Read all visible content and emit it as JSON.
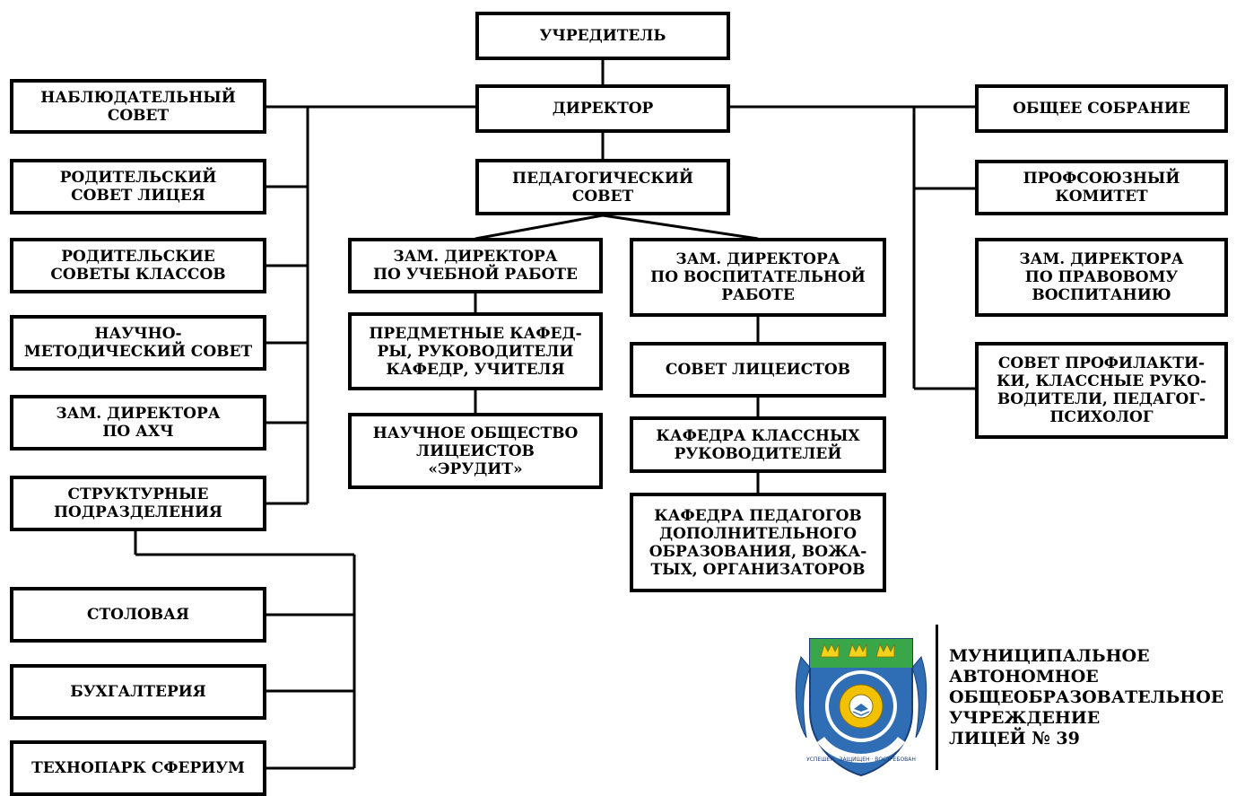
{
  "boxes": {
    "founder": "УЧРЕДИТЕЛЬ",
    "director": "ДИРЕКТОР",
    "ped_council": "ПЕДАГОГИЧЕСКИЙ\nСОВЕТ",
    "supervisory": "НАБЛЮДАТЕЛЬНЫЙ\nСОВЕТ",
    "parent_council": "РОДИТЕЛЬСКИЙ\nСОВЕТ ЛИЦЕЯ",
    "parent_classes": "РОДИТЕЛЬСКИЕ\nСОВЕТЫ КЛАССОВ",
    "sci_method": "НАУЧНО-\nМЕТОДИЧЕСКИЙ СОВЕТ",
    "deputy_ahch": "ЗАМ. ДИРЕКТОРА\nПО АХЧ",
    "structural": "СТРУКТУРНЫЕ\nПОДРАЗДЕЛЕНИЯ",
    "canteen": "СТОЛОВАЯ",
    "accounting": "БУХГАЛТЕРИЯ",
    "technopark": "ТЕХНОПАРК СФЕРИУМ",
    "deputy_edu": "ЗАМ. ДИРЕКТОРА\nПО УЧЕБНОЙ РАБОТЕ",
    "subject_depts": "ПРЕДМЕТНЫЕ КАФЕД-\nРЫ, РУКОВОДИТЕЛИ\nКАФЕДР, УЧИТЕЛЯ",
    "sci_society": "НАУЧНОЕ ОБЩЕСТВО\nЛИЦЕИСТОВ\n«ЭРУДИТ»",
    "deputy_upbr": "ЗАМ. ДИРЕКТОРА\nПО ВОСПИТАТЕЛЬНОЙ\nРАБОТЕ",
    "student_council": "СОВЕТ ЛИЦЕИСТОВ",
    "class_teachers_dept": "КАФЕДРА КЛАССНЫХ\nРУКОВОДИТЕЛЕЙ",
    "extra_edu_dept": "КАФЕДРА ПЕДАГОГОВ\nДОПОЛНИТЕЛЬНОГО\nОБРАЗОВАНИЯ, ВОЖА-\nТЫХ, ОРГАНИЗАТОРОВ",
    "general_meeting": "ОБЩЕЕ СОБРАНИЕ",
    "union": "ПРОФСОЮЗНЫЙ\nКОМИТЕТ",
    "deputy_legal": "ЗАМ. ДИРЕКТОРА\nПО ПРАВОВОМУ\nВОСПИТАНИЮ",
    "prevention": "СОВЕТ ПРОФИЛАКТИ-\nКИ, КЛАССНЫЕ РУКО-\nВОДИТЕЛИ, ПЕДАГОГ-\nПСИХОЛОГ"
  },
  "org_name": "МУНИЦИПАЛЬНОЕ\nАВТОНОМНОЕ\nОБЩЕОБРАЗОВАТЕЛЬНОЕ\nУЧРЕЖДЕНИЕ\nЛИЦЕЙ № 39",
  "emblem": {
    "icon": "lyceum-coat-of-arms",
    "motto": "УСПЕШЕН · ЗАЩИЩЕН · ВОСТРЕБОВАН",
    "colors": {
      "field": "#2f6db5",
      "top": "#3aa64a",
      "crown": "#f2d21b",
      "gold": "#f2c200"
    }
  }
}
